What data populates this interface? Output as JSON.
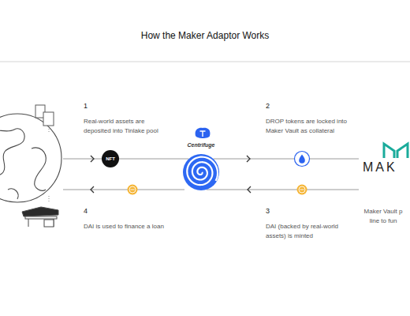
{
  "diagram": {
    "title": "How the Maker Adaptor Works",
    "nodes": [
      {
        "text": [
          "NFT"
        ]
      },
      {
        "text": [
          "Centrifuge"
        ]
      },
      {
        "text": [
          "MAK"
        ]
      }
    ],
    "edges": [
      {
        "from": 0,
        "to": 1,
        "arrow": "none"
      },
      {
        "from": 1,
        "to": 2,
        "arrow": "to"
      },
      {
        "from": 2,
        "to": 1,
        "arrow": "to"
      }
    ],
    "labels": [
      "1",
      "Real-world assets are deposited into Tinlake pool",
      "2",
      "DROP tokens are locked into Maker Vault as collateral",
      "4",
      "DAI is used to finance a loan",
      "3",
      "DAI (backed by real-world assets) is minted",
      "Maker Vault p line to fun"
    ]
  }
}
